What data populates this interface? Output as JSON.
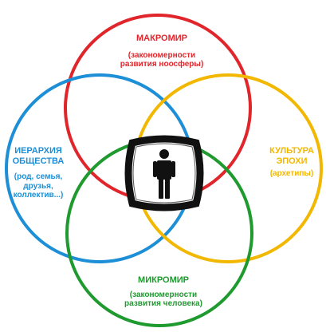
{
  "circles": [
    {
      "id": "macro",
      "color": "#e0252b"
    },
    {
      "id": "hierarchy",
      "color": "#1d8fd6"
    },
    {
      "id": "culture",
      "color": "#f2b800"
    },
    {
      "id": "micro",
      "color": "#1e9a2f"
    }
  ],
  "labels": {
    "macro": {
      "title": "МАКРОМИР",
      "line1": "(закономерности",
      "line2": "развития ноосферы)"
    },
    "hierarchy": {
      "title1": "ИЕРАРХИЯ",
      "title2": "ОБЩЕСТВА",
      "line1": "(род, семья,",
      "line2": "друзья,",
      "line3": "коллектив...)"
    },
    "culture": {
      "title1": "КУЛЬТУРА",
      "title2": "ЭПОХИ",
      "line1": "(архетипы)"
    },
    "micro": {
      "title": "МИКРОМИР",
      "line1": "(закономерности",
      "line2": "развития человека)"
    }
  },
  "center_icon": "person-icon"
}
